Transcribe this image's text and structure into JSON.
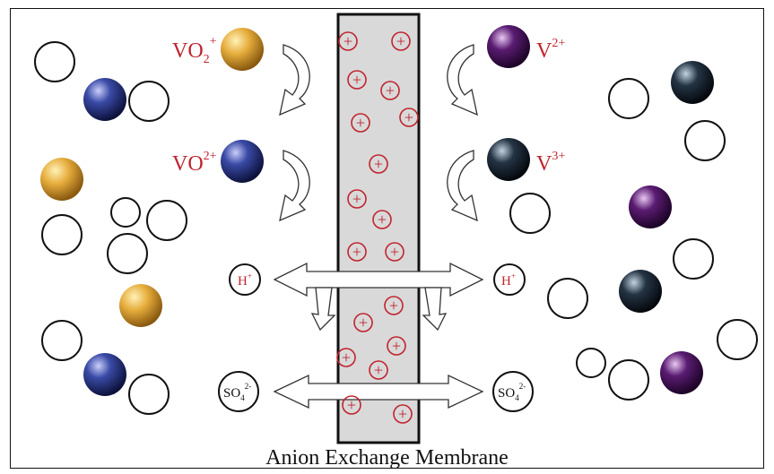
{
  "caption": "Anion Exchange Membrane",
  "ions": {
    "vo2_plus": {
      "main": "VO",
      "sub": "2",
      "sup": "+"
    },
    "vo_2plus": {
      "main": "VO",
      "sup": "2+"
    },
    "v_2plus": {
      "main": "V",
      "sup": "2+"
    },
    "v_3plus": {
      "main": "V",
      "sup": "3+"
    },
    "h_plus_left": {
      "main": "H",
      "sup": "+"
    },
    "h_plus_right": {
      "main": "H",
      "sup": "+"
    },
    "so4_left": {
      "main": "SO",
      "sub": "4",
      "sup": "2-"
    },
    "so4_right": {
      "main": "SO",
      "sub": "4",
      "sup": "2-"
    }
  },
  "membrane_symbol": "+",
  "colors": {
    "vo2_plus_ball": "#e0a83a",
    "vo_2plus_ball": "#2f3f92",
    "v_2plus_ball": "#4a1660",
    "v_3plus_ball": "#1c2733",
    "ion_label": "#c0242e",
    "membrane_fill": "#d9d9d9",
    "membrane_charge": "#c0242e"
  }
}
